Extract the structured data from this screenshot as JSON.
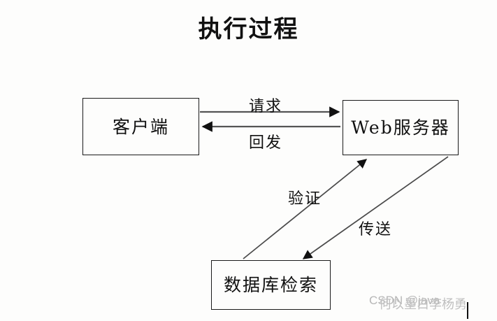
{
  "diagram": {
    "title": "执行过程",
    "nodes": [
      {
        "id": "client",
        "label": "客户端"
      },
      {
        "id": "webserver",
        "label": "Web服务器"
      },
      {
        "id": "database",
        "label": "数据库检索"
      }
    ],
    "edges": [
      {
        "id": "request",
        "label": "请求",
        "from": "client",
        "to": "webserver",
        "direction": "right"
      },
      {
        "id": "postback",
        "label": "回发",
        "from": "webserver",
        "to": "client",
        "direction": "left"
      },
      {
        "id": "verify",
        "label": "验证",
        "from": "database",
        "to": "webserver",
        "direction": "up-right"
      },
      {
        "id": "transmit",
        "label": "传送",
        "from": "webserver",
        "to": "database",
        "direction": "down-left"
      }
    ],
    "colors": {
      "background": "#fdfdfc",
      "stroke": "#1a1a1a",
      "text": "#111111",
      "watermark": "#bdbdbd"
    }
  },
  "watermark": {
    "brand": "CSDN @java",
    "author": "何以墨白李杨勇"
  }
}
